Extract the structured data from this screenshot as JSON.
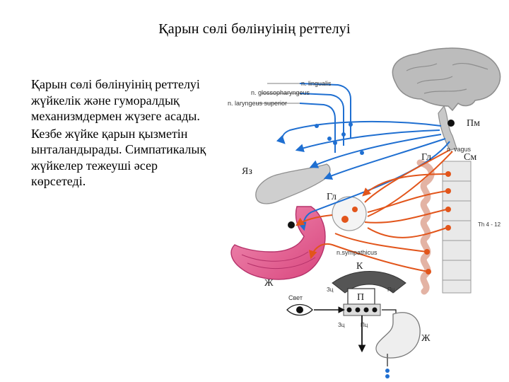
{
  "slide": {
    "title": "Қарын сөлі бөлінуінің реттелуі",
    "paragraphs": [
      "Қарын сөлі бөлінуінің реттелуі жүйкелік және гуморалдық механизмдермен жүзеге асады.",
      "Кезбе жүйке қарын қызметін ынталандырады. Симпатикалық жүйкелер тежеуші әсер көрсетеді."
    ]
  },
  "diagram": {
    "nerve_labels": {
      "lingualis": "n. lingualis",
      "glossopharyngeus": "n. glossopharyngeus",
      "laryngeus": "n. laryngeus superior",
      "vagus": "n. vagus",
      "sympathicus": "n.sympathicus"
    },
    "region_labels": {
      "pm": "Пм",
      "sm": "См",
      "gl_upper": "Гл",
      "gl_lower": "Гл",
      "yaz": "Яз",
      "zh_stomach": "Ж",
      "zh_pavlov": "Ж",
      "k": "К",
      "p": "П",
      "th": "Th 4 - 12",
      "svet": "Свет",
      "zu_top": "Зц",
      "pu_top": "Пц",
      "zu_bottom": "Зц",
      "pu_bottom": "Пц"
    },
    "colors": {
      "blue_nerve": "#1f6fd1",
      "orange_nerve": "#e2551b",
      "stomach": "#e2588e",
      "brain": "#b9b9b9"
    }
  }
}
